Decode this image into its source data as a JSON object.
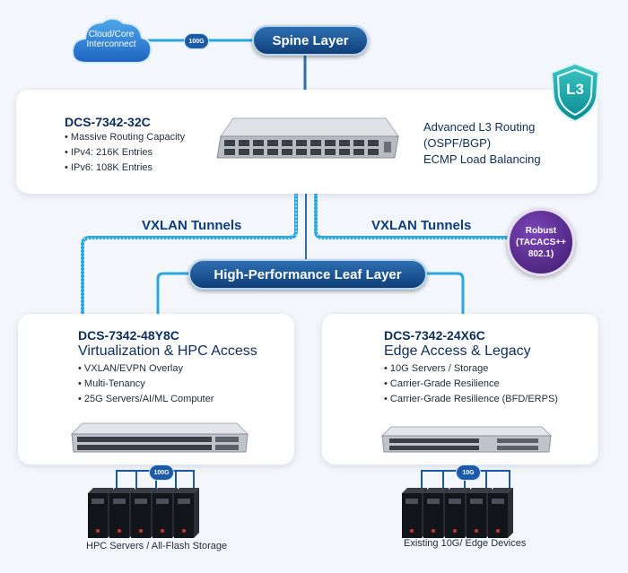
{
  "cloud": {
    "label_line1": "Cloud/Core",
    "label_line2": "Interconnect"
  },
  "uplink_speed": "100G",
  "spine": {
    "layer_label": "Spine Layer",
    "model": "DCS-7342-32C",
    "features": [
      "Massive Routing Capacity",
      "IPv4: 216K Entries",
      "IPv6: 108K Entries"
    ],
    "routing_lines": [
      "Advanced L3 Routing",
      "(OSPF/BGP)",
      "ECMP Load Balancing"
    ],
    "badge": "L3"
  },
  "tunnels": {
    "left": "VXLAN Tunnels",
    "right": "VXLAN Tunnels"
  },
  "security_badge": {
    "line1": "Robust",
    "line2": "(TACACS++",
    "line3": "802.1)"
  },
  "leaf_layer_label": "High-Performance Leaf Layer",
  "leaf_left": {
    "model": "DCS-7342-48Y8C",
    "subtitle": "Virtualization & HPC Access",
    "features": [
      "VXLAN/EVPN Overlay",
      "Multi-Tenancy",
      "25G Servers/AI/ML Computer"
    ],
    "speed": "100G",
    "caption": "HPC Servers / All-Flash Storage"
  },
  "leaf_right": {
    "model": "DCS-7342-24X6C",
    "subtitle": "Edge Access & Legacy",
    "features": [
      "10G Servers / Storage",
      "Carrier-Grade Resilience",
      "Carrier-Grade Resilience (BFD/ERPS)"
    ],
    "speed": "10G",
    "caption": "Existing 10G/ Edge Devices"
  },
  "colors": {
    "navy": "#0b2e5c",
    "link": "#29a8e0",
    "pill": "#1a4f8f",
    "shield": "#14a3a6",
    "badge": "#5a2a8a"
  }
}
